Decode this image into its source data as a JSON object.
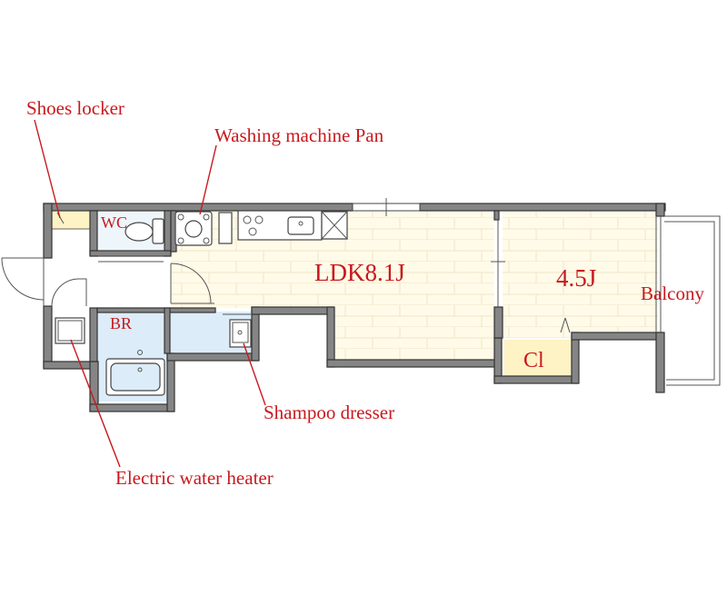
{
  "annotations": {
    "shoes_locker": "Shoes locker",
    "washing_machine_pan": "Washing machine Pan",
    "shampoo_dresser": "Shampoo dresser",
    "electric_water_heater": "Electric water heater",
    "balcony": "Balcony"
  },
  "rooms": {
    "ldk": "LDK8.1J",
    "western": "4.5J",
    "wc": "WC",
    "br": "BR",
    "closet": "Cl"
  },
  "colors": {
    "label": "#c8191e",
    "wall": "#858585",
    "floor_wood": "#fffbe8",
    "floor_wet": "#dcecf8",
    "closet": "#fdf3c4"
  }
}
